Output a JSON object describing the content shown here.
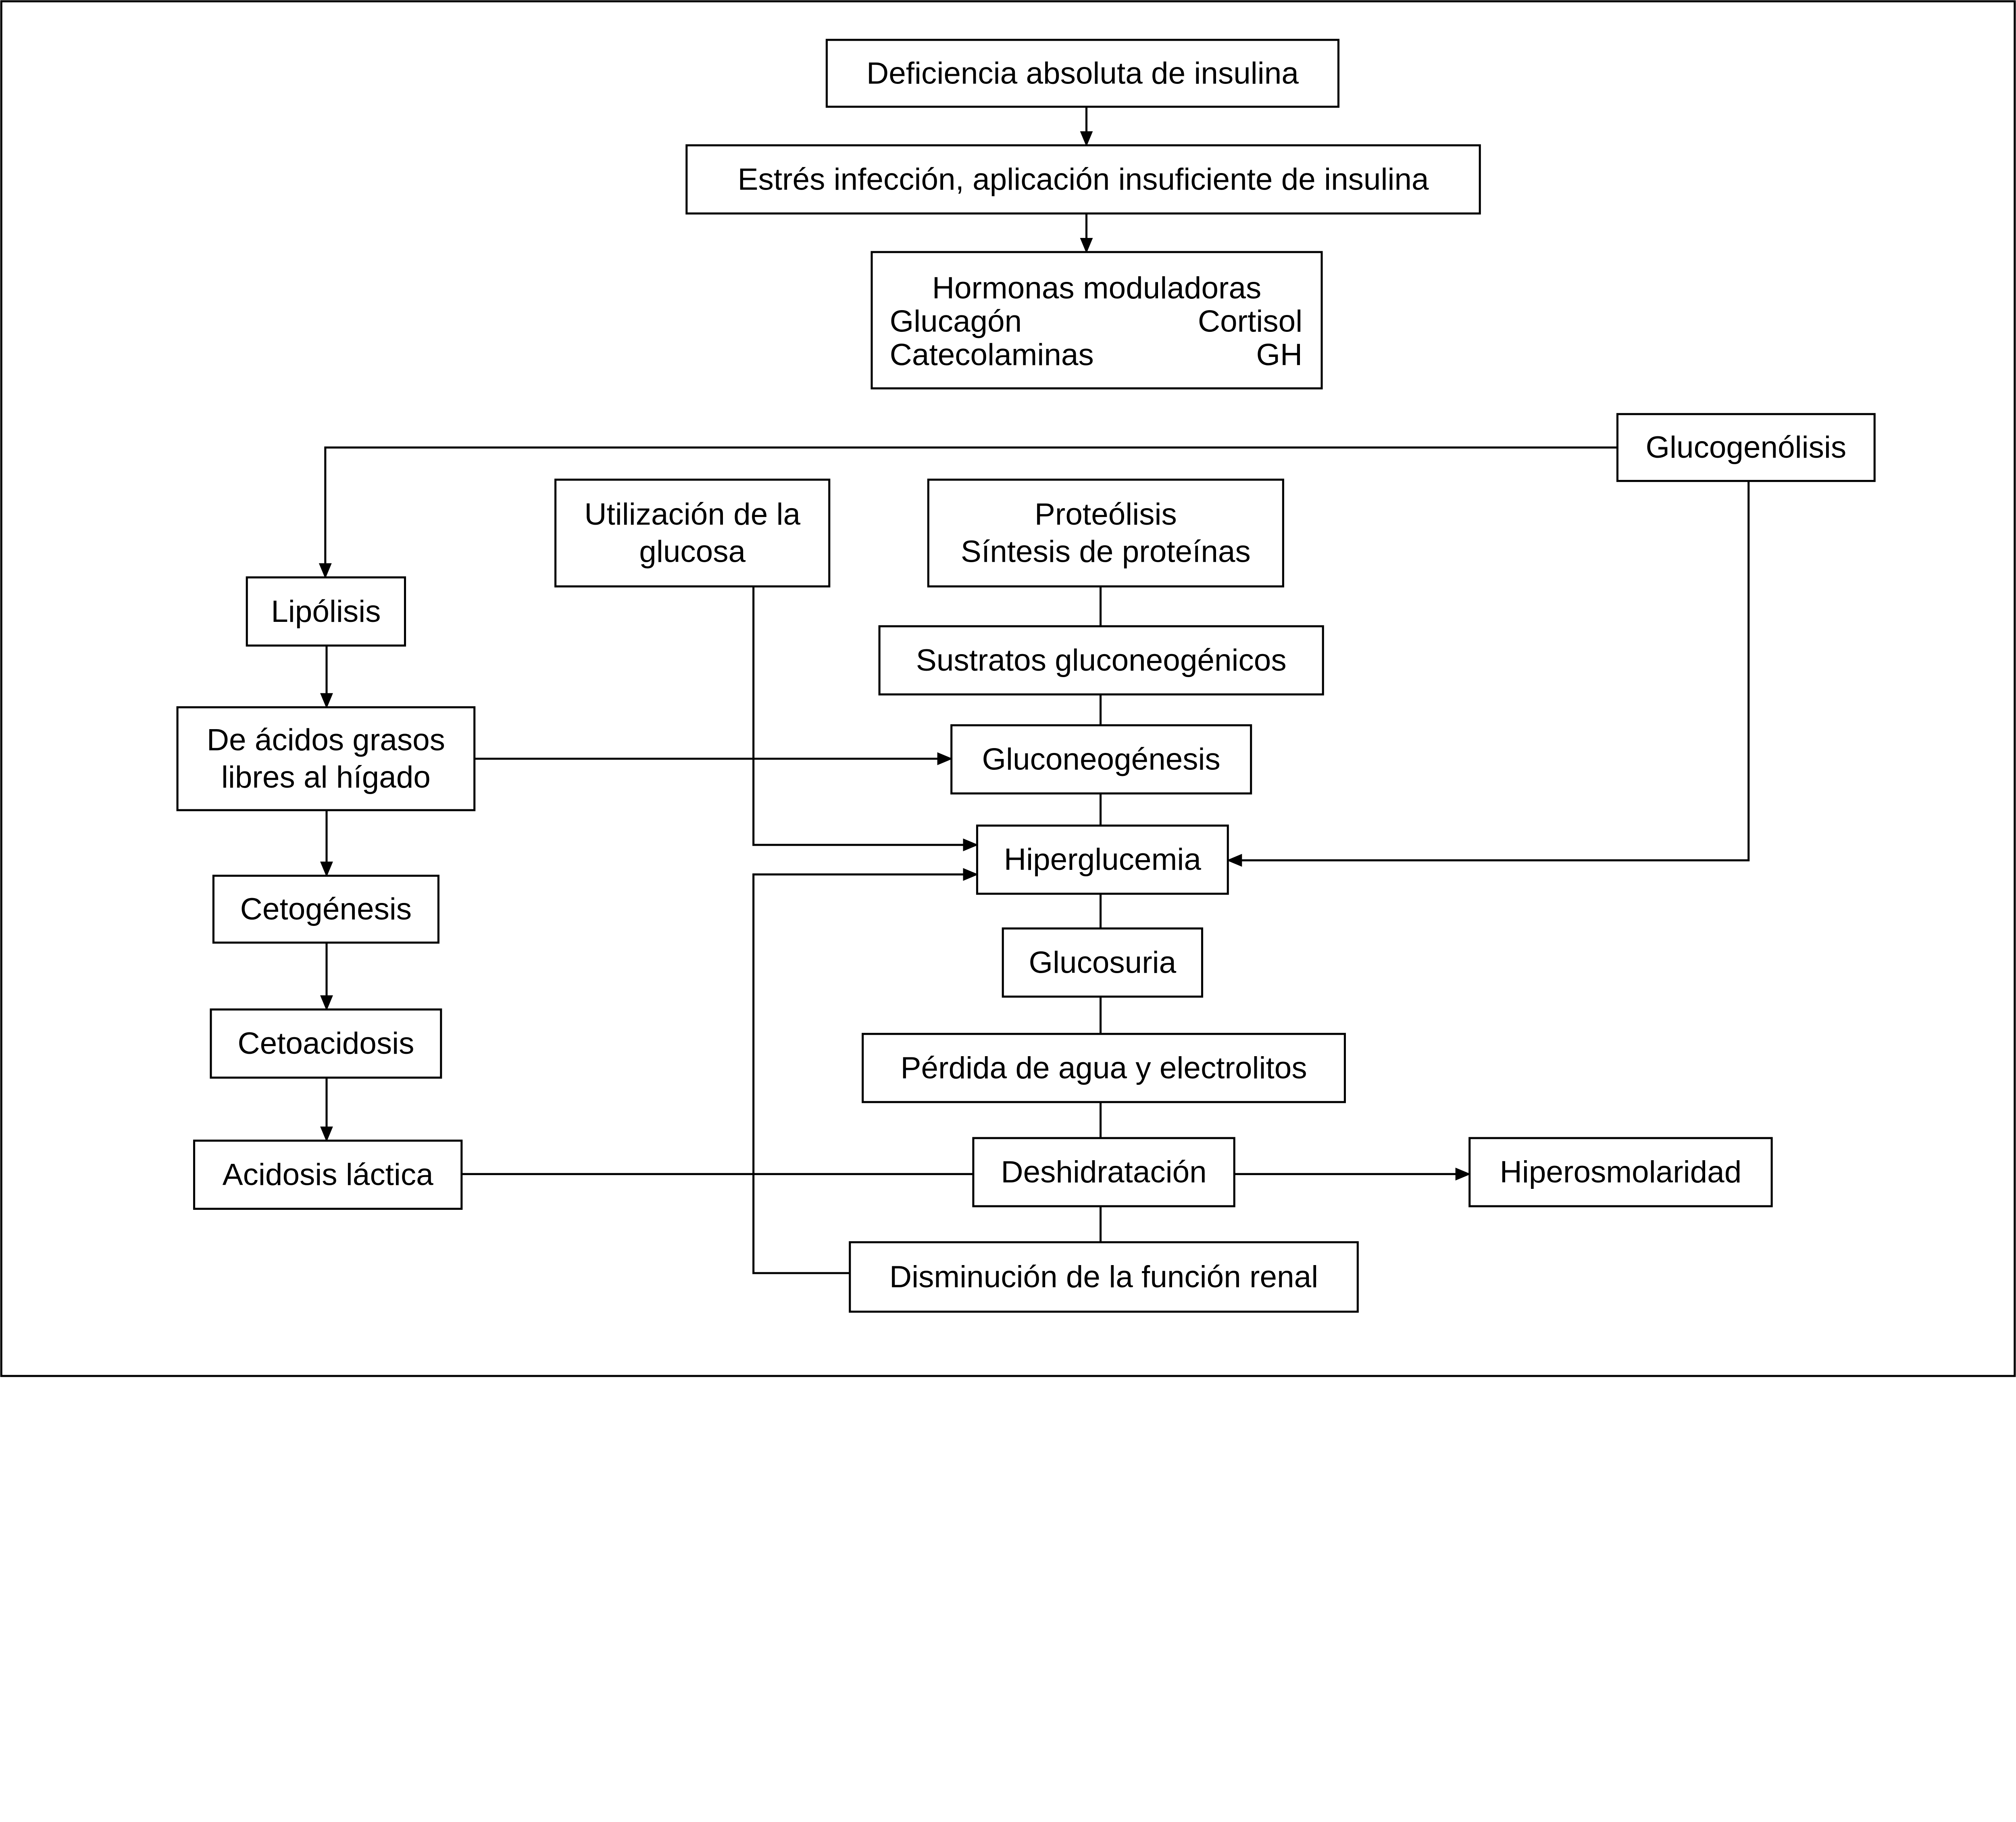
{
  "nodes": {
    "deficiencia": [
      "Deficiencia absoluta de insulina"
    ],
    "estres": [
      "Estrés infección, aplicación insuficiente de insulina"
    ],
    "hormonas": {
      "title": "Hormonas moduladoras",
      "items": [
        "Glucagón",
        "Cortisol",
        "Catecolaminas",
        "GH"
      ]
    },
    "glucogenolisis": [
      "Glucogenólisis"
    ],
    "lipolisis": [
      "Lipólisis"
    ],
    "utilizacion": [
      "Utilización de la",
      "glucosa"
    ],
    "proteolisis": [
      "Proteólisis",
      "Síntesis de proteínas"
    ],
    "sustratos": [
      "Sustratos gluconeogénicos"
    ],
    "acidos": [
      "De ácidos grasos",
      "libres al hígado"
    ],
    "gluconeogenesis": [
      "Gluconeogénesis"
    ],
    "hiperglucemia": [
      "Hiperglucemia"
    ],
    "cetogenesis": [
      "Cetogénesis"
    ],
    "glucosuria": [
      "Glucosuria"
    ],
    "cetoacidosis": [
      "Cetoacidosis"
    ],
    "perdida": [
      "Pérdida de agua y electrolitos"
    ],
    "acidosis": [
      "Acidosis láctica"
    ],
    "deshidratacion": [
      "Deshidratación"
    ],
    "hiperosmolaridad": [
      "Hiperosmolaridad"
    ],
    "disminucion": [
      "Disminución de la función renal"
    ]
  }
}
